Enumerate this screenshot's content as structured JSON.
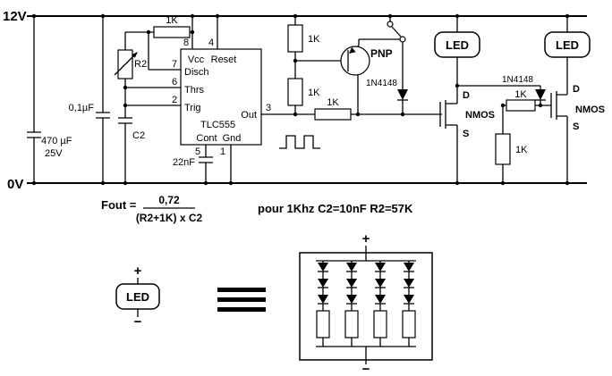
{
  "rails": {
    "top_label": "12V",
    "bottom_label": "0V"
  },
  "ic": {
    "name": "TLC555",
    "pin_vcc": {
      "num": "8",
      "label": "Vcc"
    },
    "pin_reset": {
      "num": "4",
      "label": "Reset"
    },
    "pin_disch": {
      "num": "7",
      "label": "Disch"
    },
    "pin_thrs": {
      "num": "6",
      "label": "Thrs"
    },
    "pin_trig": {
      "num": "2",
      "label": "Trig"
    },
    "pin_out": {
      "num": "3",
      "label": "Out"
    },
    "pin_cont": {
      "num": "5",
      "label": "Cont"
    },
    "pin_gnd": {
      "num": "1",
      "label": "Gnd"
    }
  },
  "components": {
    "r_timing": "1K",
    "r2": "R2",
    "cap_bulk": "470 µF",
    "cap_bulk_voltage": "25V",
    "cap_decoupling": "0,1µF",
    "cap_timing": "C2",
    "cap_control": "22nF",
    "r_divider_top": "1K",
    "r_divider_bottom": "1K",
    "transistor_pnp": "PNP",
    "diode1": "1N4148",
    "diode2": "1N4148",
    "r_gate1": "1K",
    "r_gate2": "1K",
    "r_pulldown": "1K",
    "led_module1": "LED",
    "led_module2": "LED",
    "nmos1": "NMOS",
    "nmos2": "NMOS",
    "drain_label": "D",
    "source_label": "S"
  },
  "formula": {
    "lhs": "Fout =",
    "numerator": "0,72",
    "denominator": "(R2+1K) x C2"
  },
  "note": "pour 1Khz C2=10nF R2=57K",
  "legend": {
    "led_label": "LED",
    "plus": "+",
    "minus": "−",
    "module_plus": "+",
    "module_minus": "−"
  }
}
